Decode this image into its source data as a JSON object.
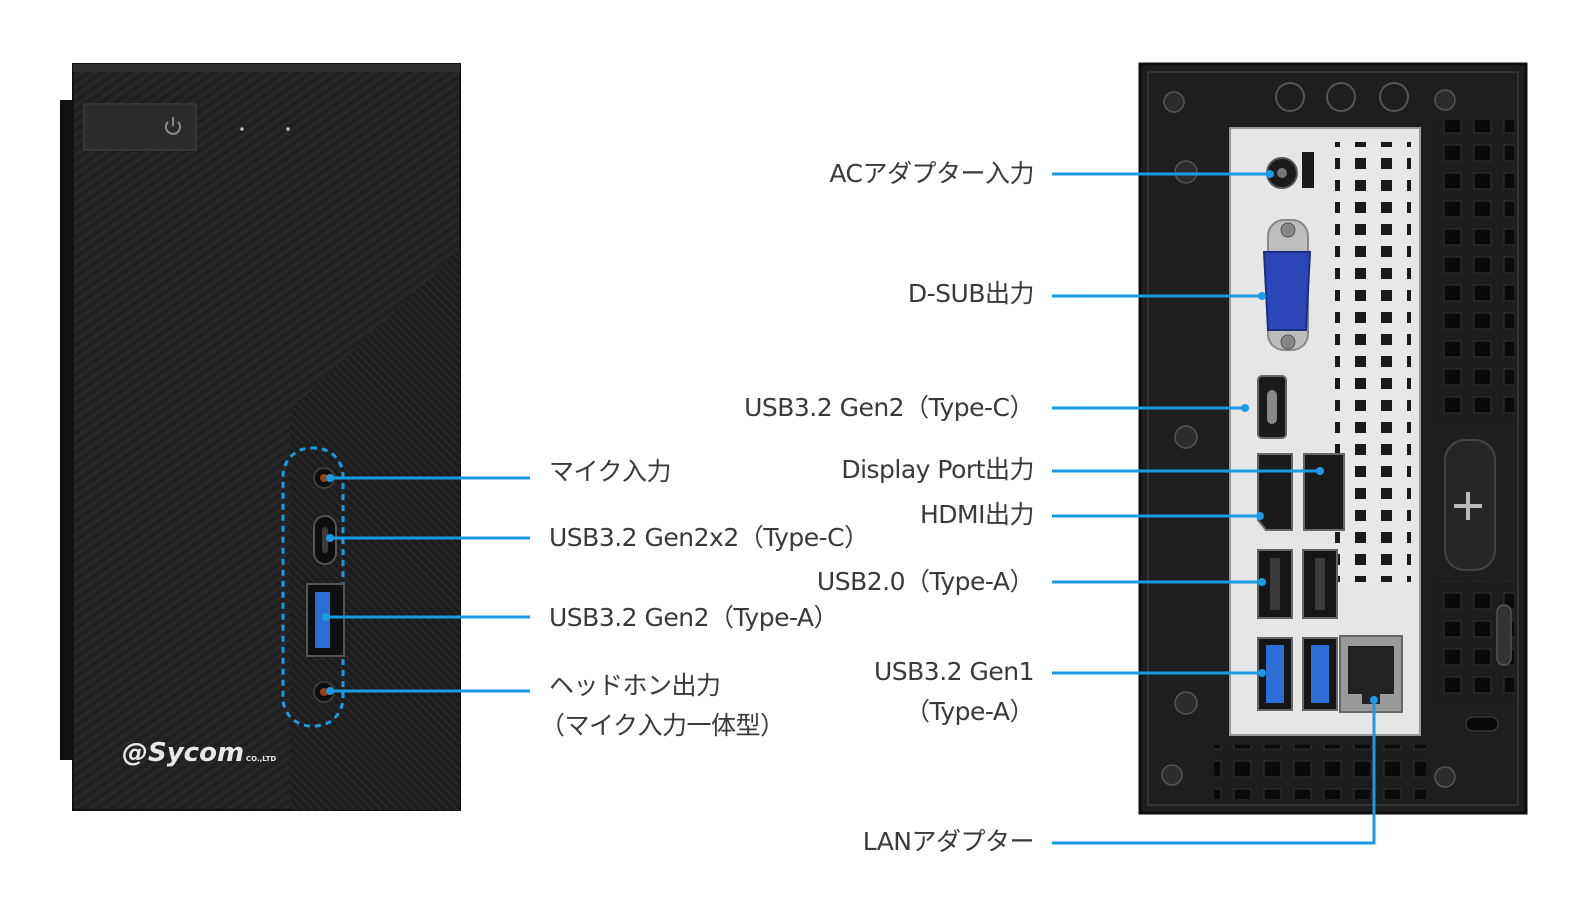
{
  "brand": {
    "name": "@Sycom",
    "sub": "CO.,LTD"
  },
  "front_labels": {
    "mic": "マイク入力",
    "usbc": "USB3.2 Gen2x2（Type-C）",
    "usba": "USB3.2 Gen2（Type-A）",
    "headphone_line1": "ヘッドホン出力",
    "headphone_line2": "（マイク入力一体型）"
  },
  "rear_labels": {
    "ac": "ACアダプター入力",
    "dsub": "D-SUB出力",
    "usbc": "USB3.2 Gen2（Type-C）",
    "dp": "Display Port出力",
    "hdmi": "HDMI出力",
    "usb20": "USB2.0（Type-A）",
    "usb32g1_line1": "USB3.2 Gen1",
    "usb32g1_line2": "（Type-A）",
    "lan": "LANアダプター"
  },
  "colors": {
    "callout": "#1a9be6",
    "port_blue": "#2b6fd6",
    "case": "#1f1f1f",
    "io_plate": "#e6e6e6",
    "text": "#3a3a3a"
  }
}
